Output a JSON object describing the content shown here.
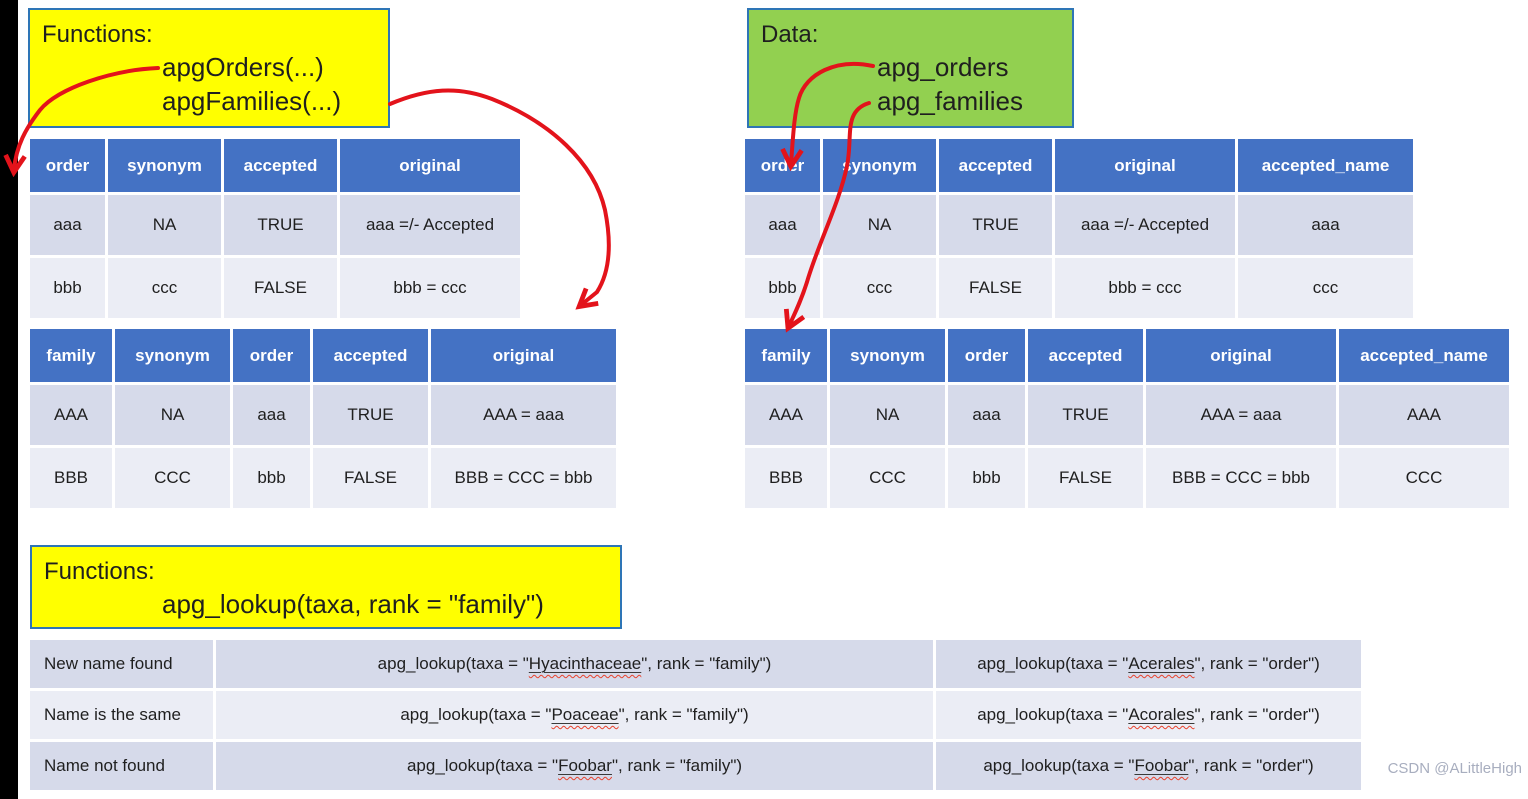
{
  "functions_box_top": {
    "title": "Functions:",
    "lines": [
      "apgOrders(...)",
      "apgFamilies(...)"
    ]
  },
  "data_box": {
    "title": "Data:",
    "lines": [
      "apg_orders",
      "apg_families"
    ]
  },
  "functions_box_bottom": {
    "title": "Functions:",
    "line": "apg_lookup(taxa, rank = \"family\")"
  },
  "tables": {
    "orders_small": {
      "headers": [
        "order",
        "synonym",
        "accepted",
        "original"
      ],
      "rows": [
        [
          "aaa",
          "NA",
          "TRUE",
          "aaa =/- Accepted"
        ],
        [
          "bbb",
          "ccc",
          "FALSE",
          "bbb = ccc"
        ]
      ]
    },
    "families_small": {
      "headers": [
        "family",
        "synonym",
        "order",
        "accepted",
        "original"
      ],
      "rows": [
        [
          "AAA",
          "NA",
          "aaa",
          "TRUE",
          "AAA = aaa"
        ],
        [
          "BBB",
          "CCC",
          "bbb",
          "FALSE",
          "BBB = CCC = bbb"
        ]
      ]
    },
    "orders_full": {
      "headers": [
        "order",
        "synonym",
        "accepted",
        "original",
        "accepted_name"
      ],
      "rows": [
        [
          "aaa",
          "NA",
          "TRUE",
          "aaa =/- Accepted",
          "aaa"
        ],
        [
          "bbb",
          "ccc",
          "FALSE",
          "bbb = ccc",
          "ccc"
        ]
      ]
    },
    "families_full": {
      "headers": [
        "family",
        "synonym",
        "order",
        "accepted",
        "original",
        "accepted_name"
      ],
      "rows": [
        [
          "AAA",
          "NA",
          "aaa",
          "TRUE",
          "AAA = aaa",
          "AAA"
        ],
        [
          "BBB",
          "CCC",
          "bbb",
          "FALSE",
          "BBB = CCC = bbb",
          "CCC"
        ]
      ]
    }
  },
  "lookup_table": {
    "rows": [
      {
        "label": "New name found",
        "family_call": {
          "pre": "apg_lookup(taxa = \"",
          "taxa": "Hyacinthaceae",
          "post": "\", rank = \"family\")"
        },
        "order_call": {
          "pre": "apg_lookup(taxa = \"",
          "taxa": "Acerales",
          "post": "\", rank = \"order\")"
        }
      },
      {
        "label": "Name is the same",
        "family_call": {
          "pre": "apg_lookup(taxa = \"",
          "taxa": "Poaceae",
          "post": "\", rank = \"family\")"
        },
        "order_call": {
          "pre": "apg_lookup(taxa = \"",
          "taxa": "Acorales",
          "post": "\", rank = \"order\")"
        }
      },
      {
        "label": "Name not found",
        "family_call": {
          "pre": "apg_lookup(taxa = \"",
          "taxa": "Foobar",
          "post": "\", rank = \"family\")"
        },
        "order_call": {
          "pre": "apg_lookup(taxa = \"",
          "taxa": "Foobar",
          "post": "\", rank = \"order\")"
        }
      }
    ]
  },
  "watermark": "CSDN @ALittleHigh",
  "colors": {
    "header_blue": "#4472C4",
    "band_dark": "#D6DAEA",
    "band_light": "#EBEDF5",
    "box_yellow": "#FFFF00",
    "box_green": "#92D050",
    "box_border": "#2E75B6",
    "arrow_red": "#E3131B",
    "text_dark": "#1f1f1f",
    "watermark_gray": "#A8AEBF"
  }
}
